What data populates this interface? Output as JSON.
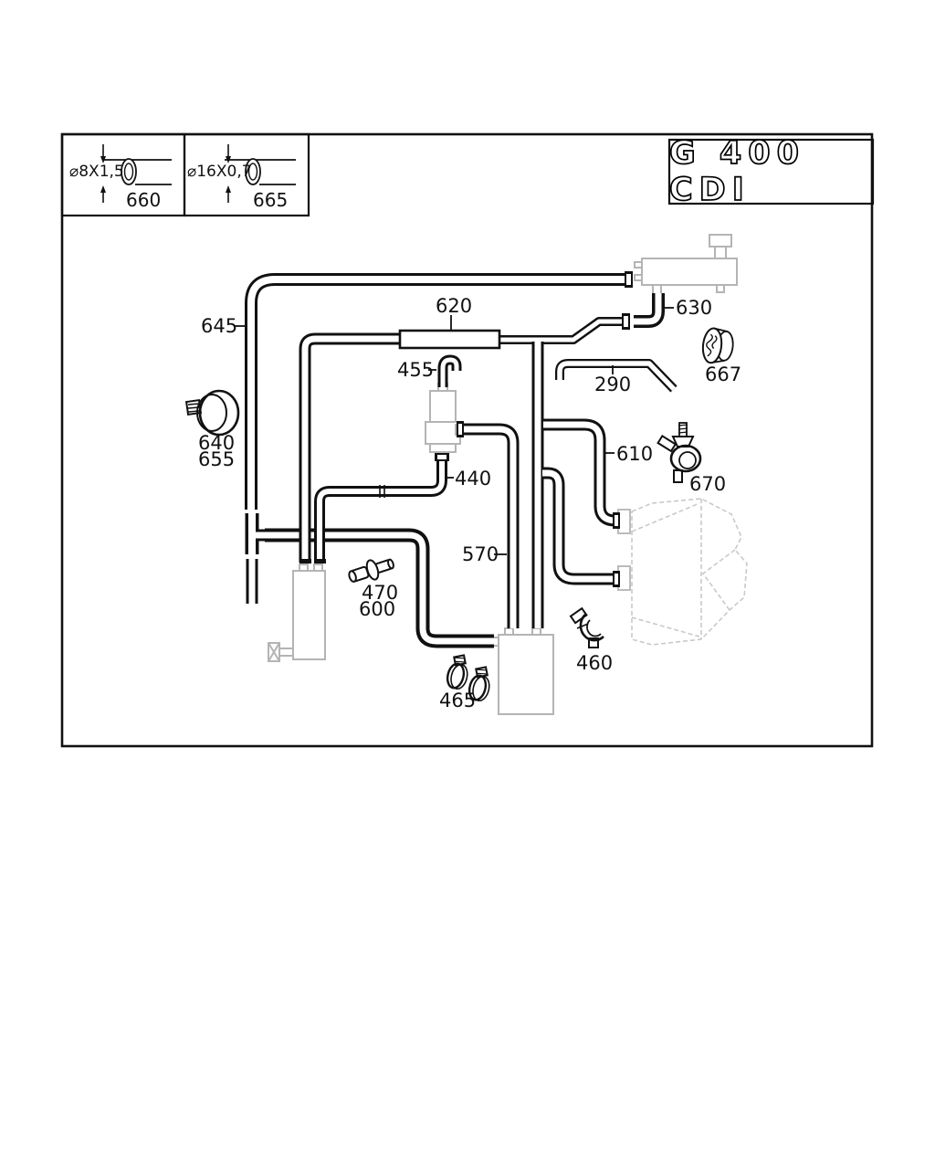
{
  "badge": {
    "text": "G 400 CDI"
  },
  "legend": [
    {
      "dimension": "⌀8X1,5",
      "part": "660"
    },
    {
      "dimension": "⌀16X0,7",
      "part": "665"
    }
  ],
  "parts": {
    "645": "645",
    "620": "620",
    "455": "455",
    "630": "630",
    "290": "290",
    "667": "667",
    "640": "640",
    "655": "655",
    "610": "610",
    "670": "670",
    "440": "440",
    "570": "570",
    "470": "470",
    "600": "600",
    "460": "460",
    "465": "465"
  },
  "colors": {
    "line": "#1a1a1a",
    "gray_part": "#b4b4b4",
    "ghost": "#c9c9c9",
    "background": "#ffffff"
  }
}
